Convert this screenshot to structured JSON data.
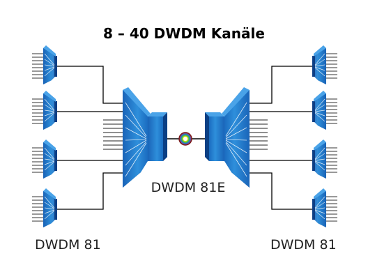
{
  "title": "8 – 40 DWDM Kanäle",
  "labels": {
    "center": "DWDM 81E",
    "left": "DWDM 81",
    "right": "DWDM 81"
  },
  "colors": {
    "device_dark": "#0a4e9e",
    "device_light": "#2b8ad6",
    "device_side": "#0d3f85",
    "line": "#000000",
    "fiber_lines": "#000000"
  },
  "icons": {
    "small_mux": "demux-funnel-icon",
    "large_mux": "mux-funnel-icon",
    "fiber_coupler": "color-wheel-icon"
  },
  "counts": {
    "small_devices_per_side": 4
  }
}
